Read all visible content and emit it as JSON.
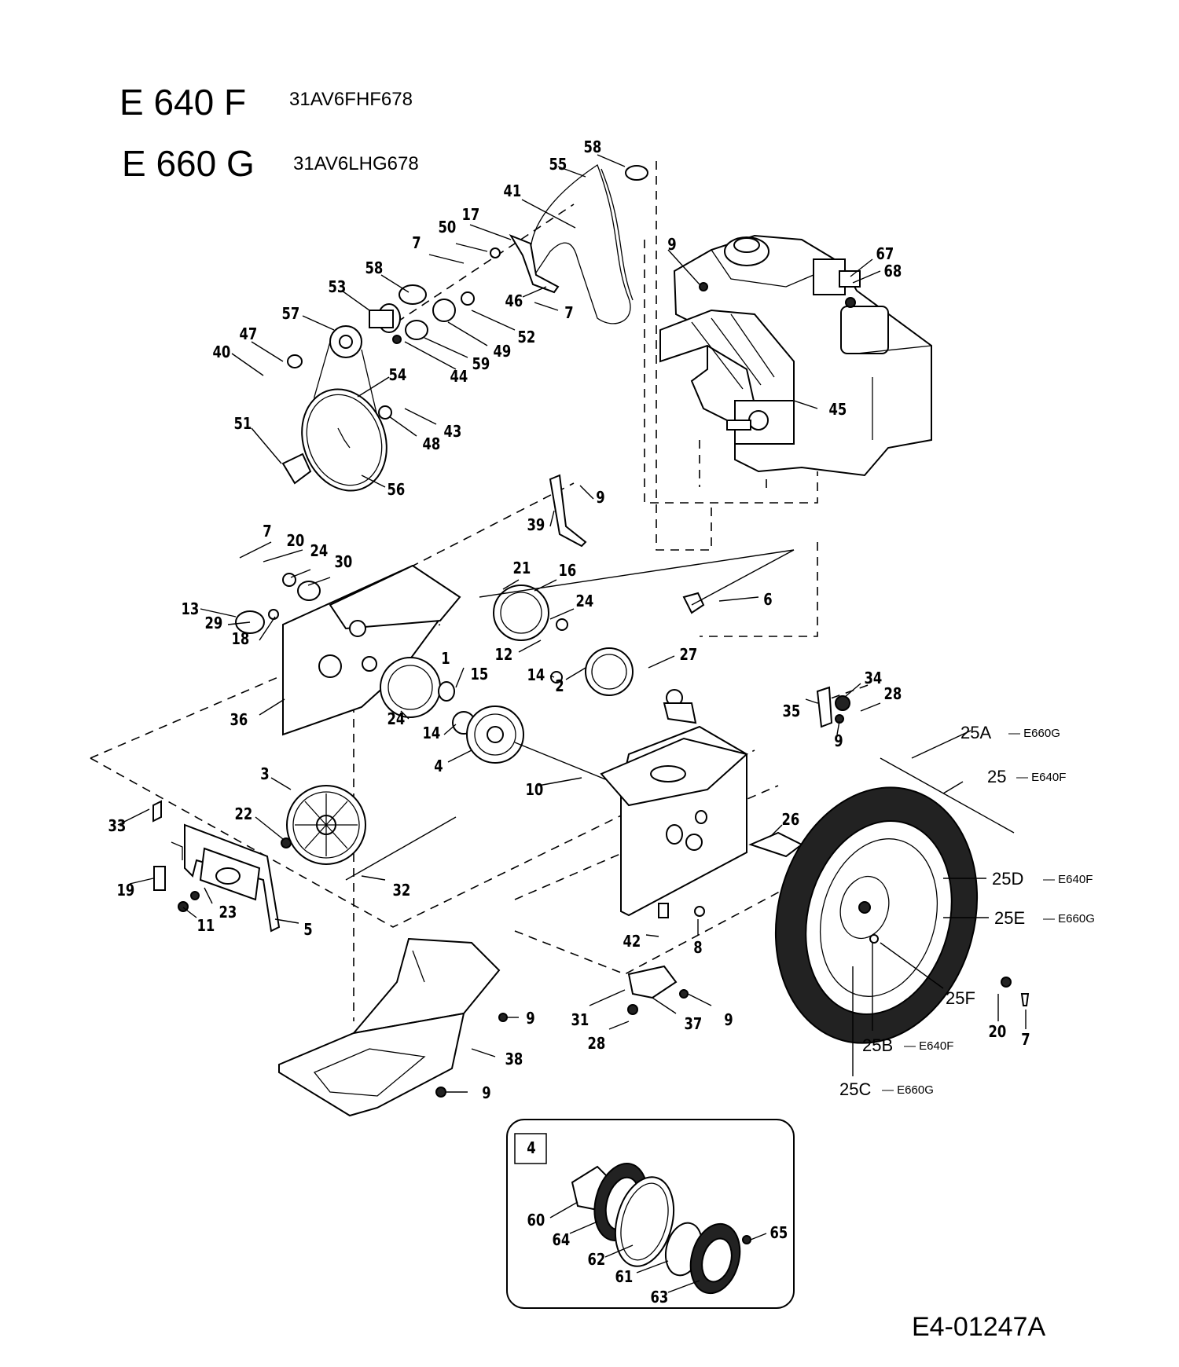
{
  "header": {
    "models": [
      {
        "name": "E 640 F",
        "code": "31AV6FHF678"
      },
      {
        "name": "E 660 G",
        "code": "31AV6LHG678"
      }
    ]
  },
  "callouts": [
    "58",
    "55",
    "41",
    "17",
    "50",
    "7",
    "9",
    "67",
    "68",
    "58",
    "46",
    "7",
    "53",
    "57",
    "52",
    "49",
    "59",
    "44",
    "47",
    "40",
    "54",
    "43",
    "48",
    "45",
    "51",
    "56",
    "9",
    "39",
    "7",
    "20",
    "24",
    "30",
    "13",
    "29",
    "18",
    "21",
    "16",
    "6",
    "24",
    "12",
    "1",
    "27",
    "15",
    "14",
    "2",
    "14",
    "24",
    "36",
    "4",
    "34",
    "28",
    "35",
    "9",
    "10",
    "3",
    "33",
    "22",
    "26",
    "19",
    "23",
    "11",
    "5",
    "32",
    "42",
    "8",
    "31",
    "37",
    "9",
    "28",
    "9",
    "38",
    "9",
    "20",
    "7"
  ],
  "variant_labels": [
    {
      "id": "25A",
      "model": "E660G"
    },
    {
      "id": "25",
      "model": "E640F"
    },
    {
      "id": "25D",
      "model": "E640F"
    },
    {
      "id": "25E",
      "model": "E660G"
    },
    {
      "id": "25F",
      "model": ""
    },
    {
      "id": "25B",
      "model": "E640F"
    },
    {
      "id": "25C",
      "model": "E660G"
    }
  ],
  "inset": {
    "title": "4",
    "callouts": [
      "60",
      "64",
      "62",
      "61",
      "63",
      "65"
    ]
  },
  "document_id": "E4-01247A"
}
